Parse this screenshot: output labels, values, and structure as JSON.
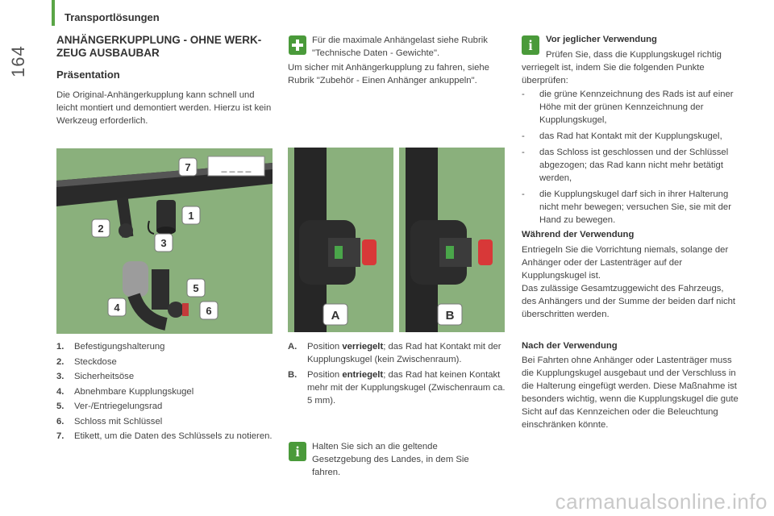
{
  "header": {
    "section": "Transportlösungen",
    "page_number": "164"
  },
  "col1": {
    "title": "ANHÄNGERKUPPLUNG - OHNE WERK-ZEUG AUSBAUBAR",
    "title_line1": "ANHÄNGERKUPPLUNG - OHNE WERK-",
    "title_line2": "ZEUG AUSBAUBAR",
    "subtitle": "Präsentation",
    "intro": "Die Original-Anhängerkupplung kann schnell und leicht montiert und demontiert werden. Hierzu ist kein Werkzeug erforderlich.",
    "figure_labels": [
      "1",
      "2",
      "3",
      "4",
      "5",
      "6",
      "7"
    ],
    "figure_tag": "_ _ _ _",
    "parts": [
      {
        "n": "1.",
        "text": "Befestigungshalterung"
      },
      {
        "n": "2.",
        "text": "Steckdose"
      },
      {
        "n": "3.",
        "text": "Sicherheitsöse"
      },
      {
        "n": "4.",
        "text": "Abnehmbare Kupplungskugel"
      },
      {
        "n": "5.",
        "text": "Ver-/Entriegelungsrad"
      },
      {
        "n": "6.",
        "text": "Schloss mit Schlüssel"
      },
      {
        "n": "7.",
        "text": "Etikett, um die Daten des Schlüssels zu notieren."
      }
    ]
  },
  "col2": {
    "plus_note": "Für die maximale Anhängelast siehe Rubrik \"Technische Daten - Gewichte\".",
    "safety_text": "Um sicher mit Anhängerkupplung zu fahren, siehe Rubrik \"Zubehör - Einen Anhänger ankuppeln\".",
    "fig_a_label": "A",
    "fig_b_label": "B",
    "positions": [
      {
        "n": "A.",
        "pre": "Position ",
        "bold": "verriegelt",
        "post": "; das Rad hat Kontakt mit der Kupplungskugel (kein Zwischenraum)."
      },
      {
        "n": "B.",
        "pre": "Position ",
        "bold": "entriegelt",
        "post": "; das Rad hat keinen Kontakt mehr mit der Kupplungskugel (Zwischenraum ca. 5 mm)."
      }
    ],
    "info_note": "Halten Sie sich an die geltende Gesetzgebung des Landes, in dem Sie fahren."
  },
  "col3": {
    "before_title": "Vor jeglicher Verwendung",
    "before_intro": "Prüfen Sie, dass die Kupplungskugel richtig verriegelt ist, indem Sie die folgenden Punkte überprüfen:",
    "checks": [
      "die grüne Kennzeichnung des Rads ist auf einer Höhe mit der grünen Kennzeichnung der Kupplungskugel,",
      "das Rad hat Kontakt mit der Kupplungskugel,",
      "das Schloss ist geschlossen und der Schlüssel abgezogen; das Rad kann nicht mehr betätigt werden,",
      "die Kupplungskugel darf sich in ihrer Halterung nicht mehr bewegen; versuchen Sie, sie mit der Hand zu bewegen."
    ],
    "during_title": "Während der Verwendung",
    "during_p1": "Entriegeln Sie die Vorrichtung niemals, solange der Anhänger oder der Lastenträger auf der Kupplungskugel ist.",
    "during_p2": "Das zulässige Gesamtzuggewicht des Fahrzeugs, des Anhängers und der Summe der beiden darf nicht überschritten werden.",
    "after_title": "Nach der Verwendung",
    "after_p": "Bei Fahrten ohne Anhänger oder Lastenträger muss die Kupplungskugel ausgebaut und der Verschluss in die Halterung eingefügt werden. Diese Maßnahme ist besonders wichtig, wenn die Kupplungskugel die gute Sicht auf das Kennzeichen oder die Beleuchtung einschränken könnte."
  },
  "watermark": "carmanualsonline.info",
  "icons": {
    "plus": "plus-icon",
    "info": "info-icon"
  }
}
